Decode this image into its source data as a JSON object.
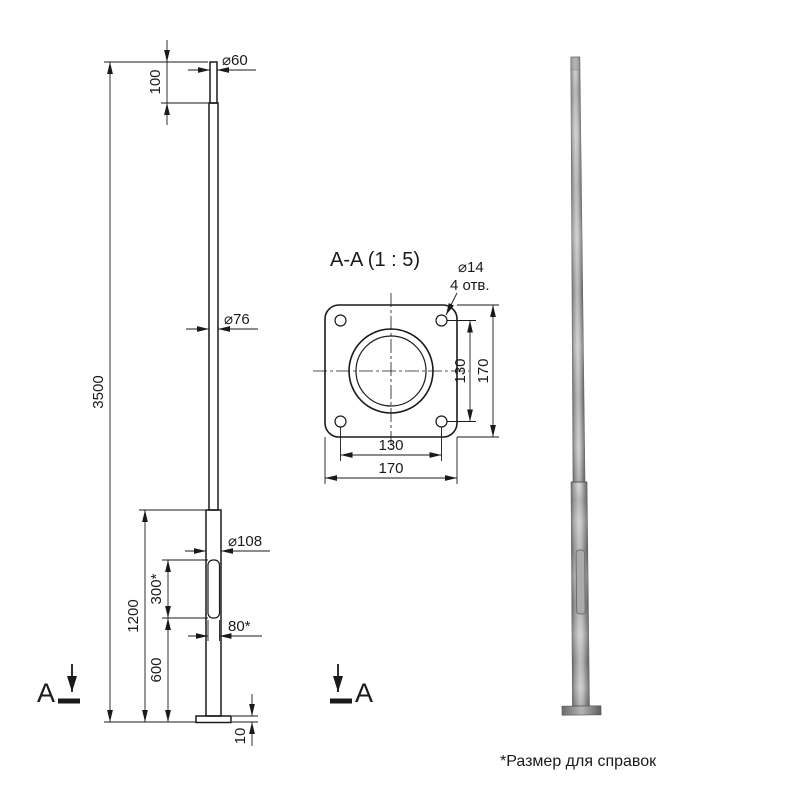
{
  "meta": {
    "background": "#ffffff",
    "ink": "#1a1a1a",
    "photo_gray": "#9a9a9a"
  },
  "front_view": {
    "dia_60": "⌀60",
    "dim_100": "100",
    "dia_76": "⌀76",
    "dim_3500": "3500",
    "dia_108": "⌀108",
    "dim_300": "300*",
    "dim_80": "80*",
    "dim_1200": "1200",
    "dim_600": "600",
    "dim_10": "10",
    "section_letter": "A"
  },
  "section_view": {
    "title": "A-A (1 : 5)",
    "holes_dia": "⌀14",
    "holes_count": "4 отв.",
    "dim_130": "130",
    "dim_170": "170"
  },
  "footnote": "*Размер для справок"
}
